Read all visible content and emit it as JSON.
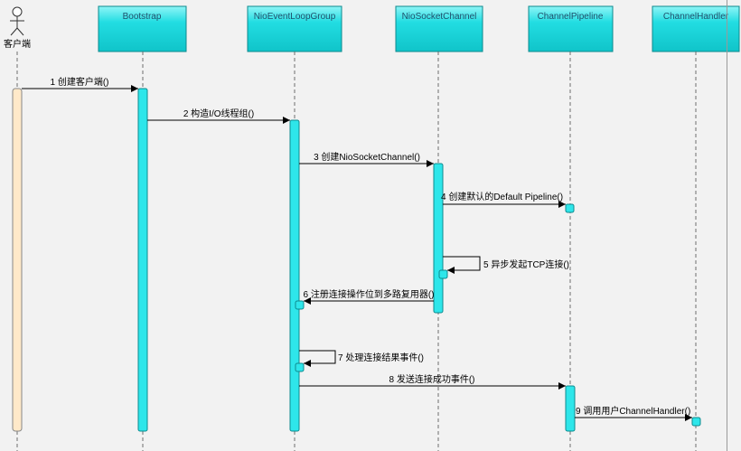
{
  "actor": {
    "name": "客户端"
  },
  "participants": [
    {
      "key": "bootstrap",
      "name": "Bootstrap"
    },
    {
      "key": "group",
      "name": "NioEventLoopGroup"
    },
    {
      "key": "channel",
      "name": "NioSocketChannel"
    },
    {
      "key": "pipeline",
      "name": "ChannelPipeline"
    },
    {
      "key": "handler",
      "name": "ChannelHandler"
    }
  ],
  "messages": [
    {
      "label": "1 创建客户端()"
    },
    {
      "label": "2 构造I/O线程组()"
    },
    {
      "label": "3 创建NioSocketChannel()"
    },
    {
      "label": "4 创建默认的Default Pipeline()"
    },
    {
      "label": "5 异步发起TCP连接()"
    },
    {
      "label": "6 注册连接操作位到多路复用器()"
    },
    {
      "label": "7 处理连接结果事件()"
    },
    {
      "label": "8 发送连接成功事件()"
    },
    {
      "label": "9 调用用户ChannelHandler()"
    }
  ],
  "colors": {
    "actor_activation": "#ffe9c9",
    "activation": "#2ee6ea",
    "box_fill": "#19d3d8",
    "box_border": "#0d8a8e",
    "arrow": "#000000"
  }
}
